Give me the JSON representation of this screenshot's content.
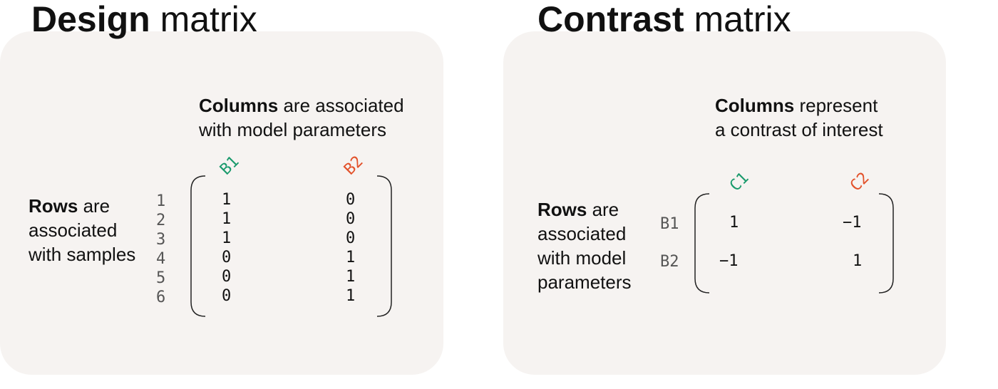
{
  "colors": {
    "panel_bg": "#f6f3f1",
    "green": "#1a9a6c",
    "orange": "#e2512a",
    "bracket": "#222222"
  },
  "design": {
    "title_bold": "Design",
    "title_rest": " matrix",
    "cols_note_bold": "Columns",
    "cols_note_line1_rest": " are associated",
    "cols_note_line2": "with model parameters",
    "rows_note_bold": "Rows",
    "rows_note_line1_rest": " are",
    "rows_note_line2": "associated",
    "rows_note_line3": "with samples",
    "col_headers": [
      "B1",
      "B2"
    ],
    "row_labels": [
      "1",
      "2",
      "3",
      "4",
      "5",
      "6"
    ],
    "cells": [
      [
        "1",
        "0"
      ],
      [
        "1",
        "0"
      ],
      [
        "1",
        "0"
      ],
      [
        "0",
        "1"
      ],
      [
        "0",
        "1"
      ],
      [
        "0",
        "1"
      ]
    ]
  },
  "contrast": {
    "title_bold": "Contrast",
    "title_rest": " matrix",
    "cols_note_bold": "Columns",
    "cols_note_line1_rest": " represent",
    "cols_note_line2": "a contrast of interest",
    "rows_note_bold": "Rows",
    "rows_note_line1_rest": " are",
    "rows_note_line2": "associated",
    "rows_note_line3": "with model",
    "rows_note_line4": "parameters",
    "col_headers": [
      "C1",
      "C2"
    ],
    "row_labels": [
      "B1",
      "B2"
    ],
    "cells": [
      [
        "1",
        "−1"
      ],
      [
        "−1",
        "1"
      ]
    ]
  }
}
